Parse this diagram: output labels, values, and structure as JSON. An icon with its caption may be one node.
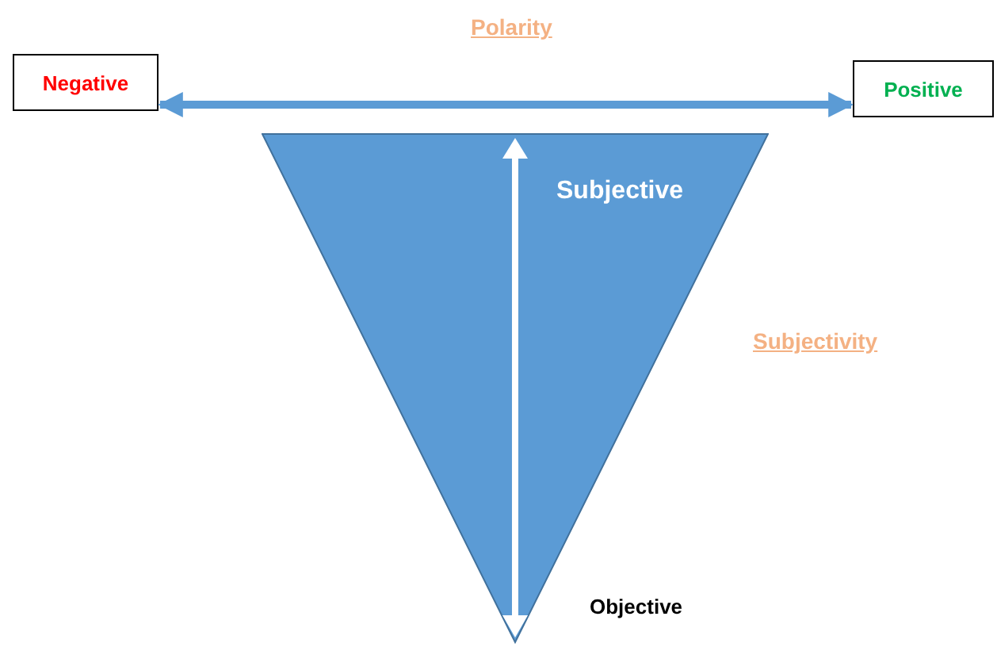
{
  "diagram": {
    "nodes": [
      {
        "text": [
          "Negative"
        ]
      },
      {
        "text": [
          "Positive"
        ]
      },
      {
        "text": [
          "Subjective"
        ]
      }
    ],
    "edges": [
      {
        "from": 0,
        "to": 1,
        "arrow": "both",
        "label": "Polarity"
      }
    ],
    "labels": [
      "Subjectivity",
      "Objective"
    ]
  }
}
